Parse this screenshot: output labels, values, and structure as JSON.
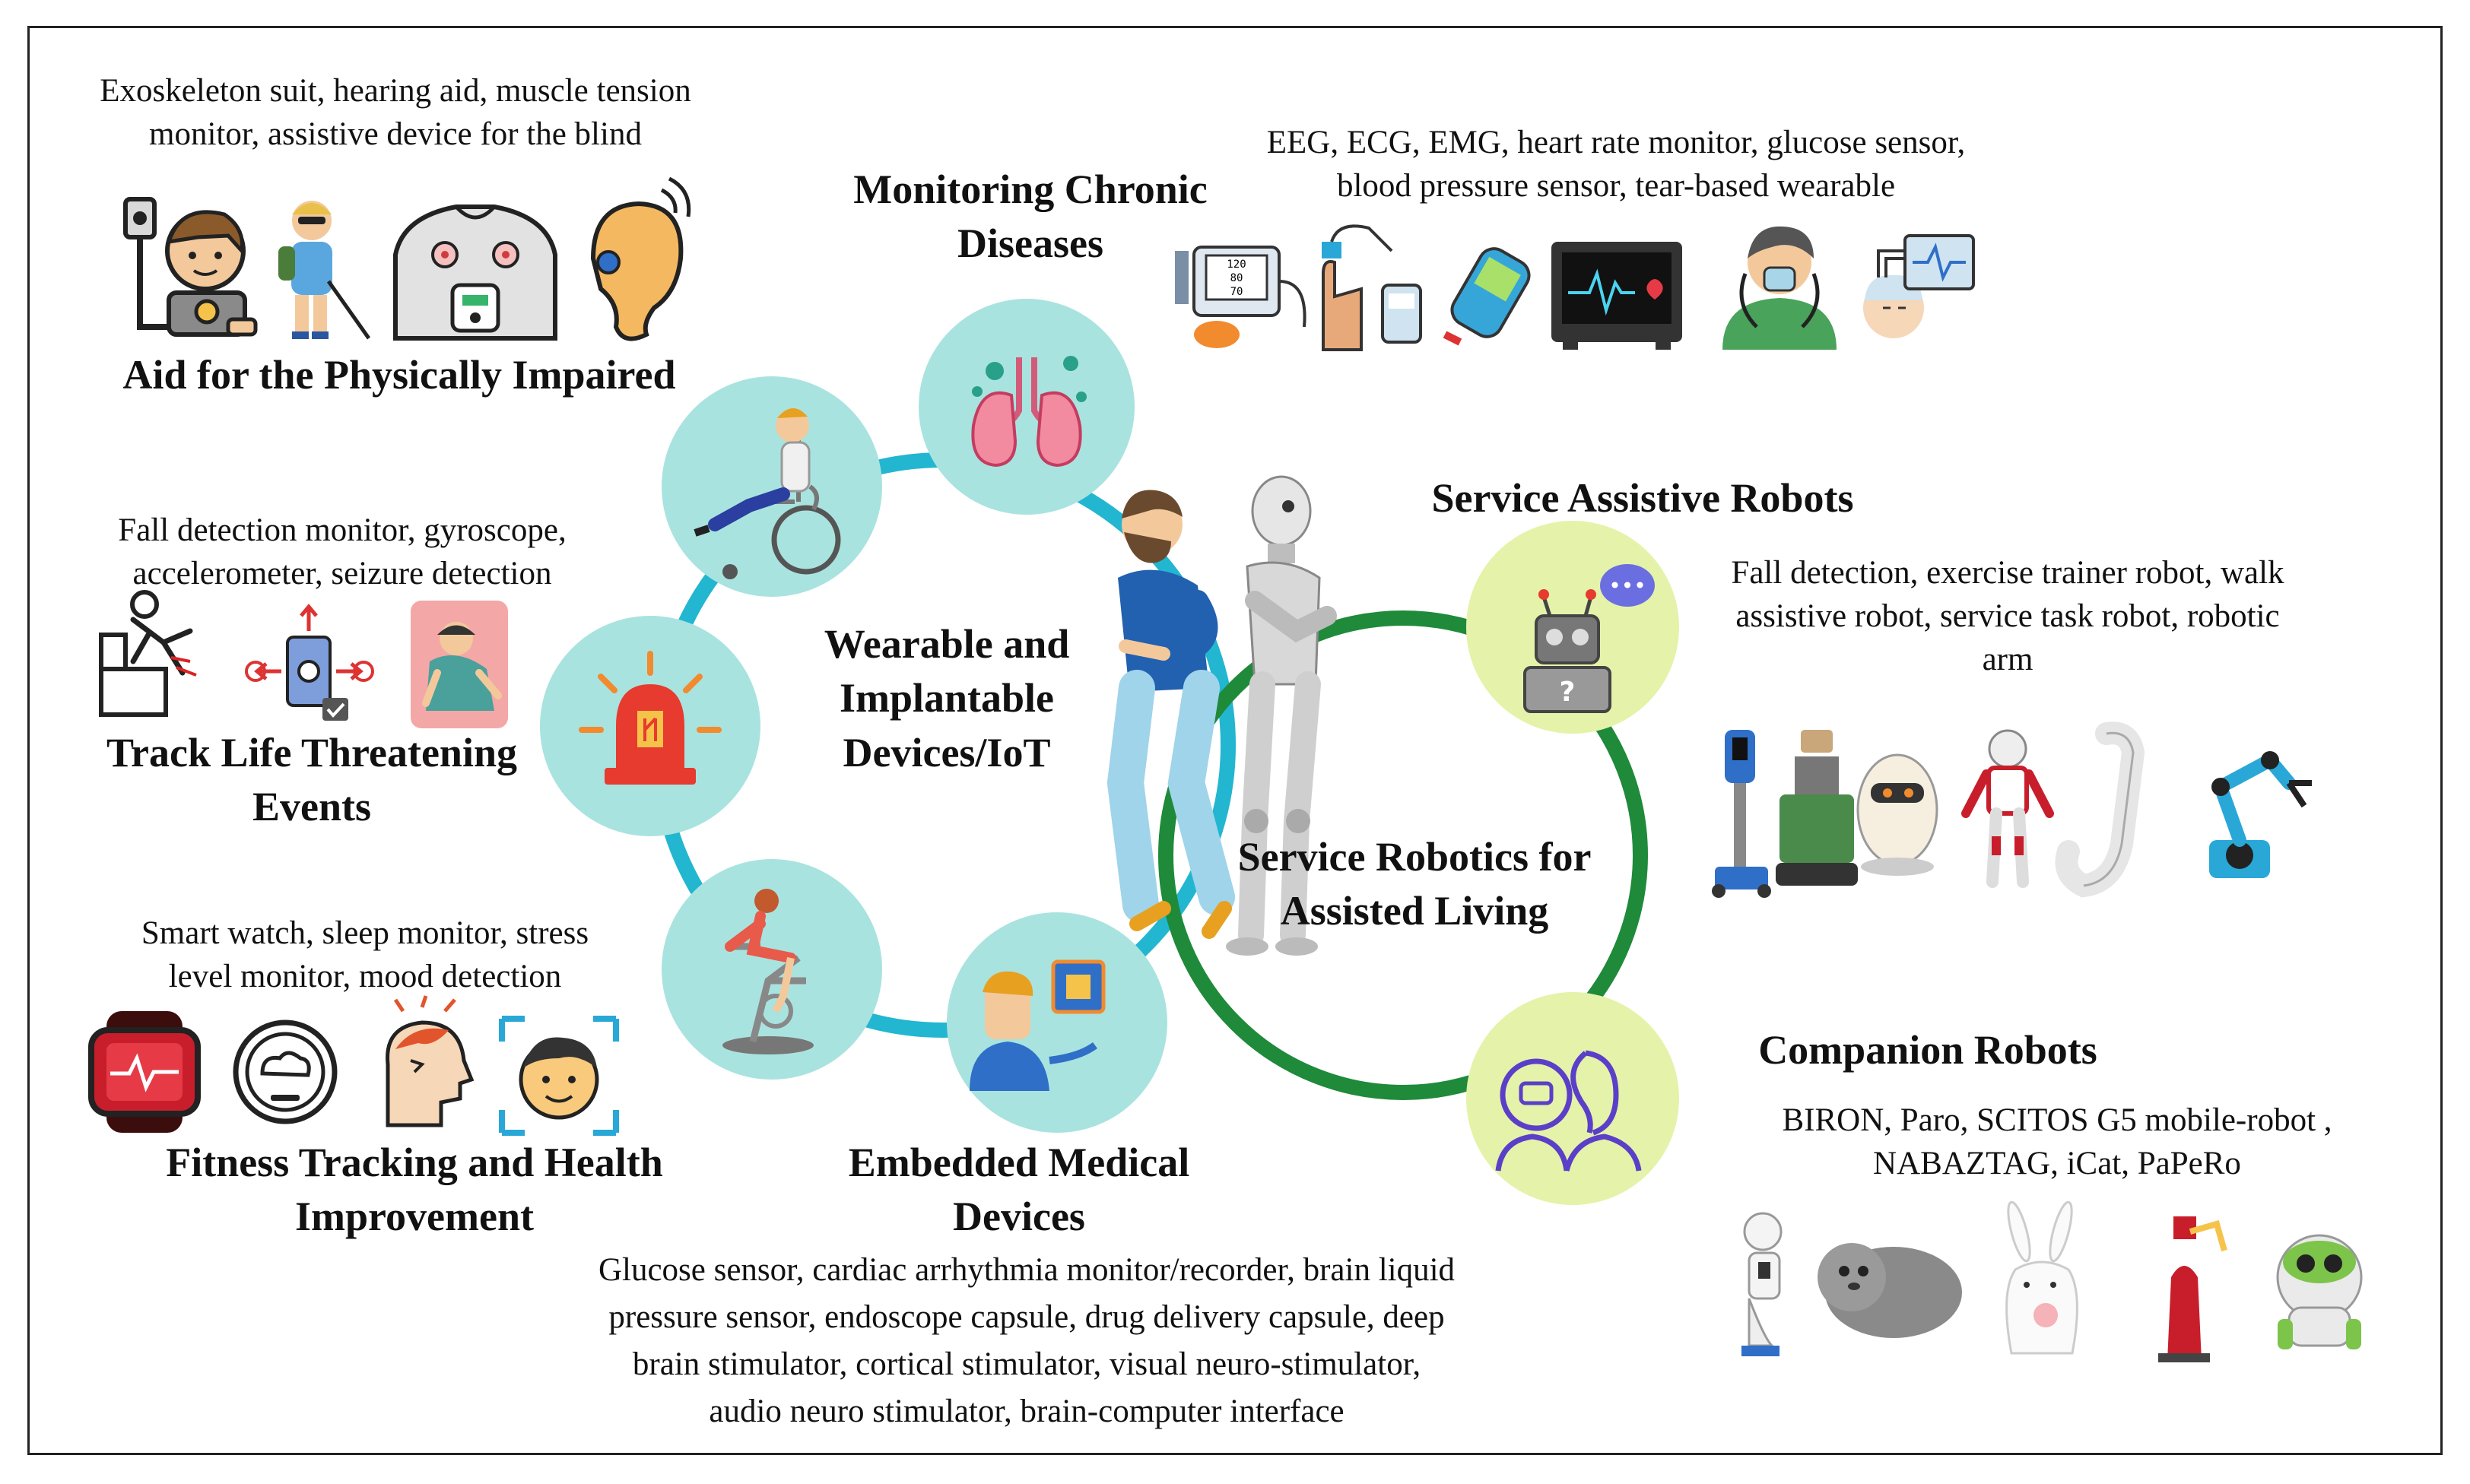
{
  "left_sections": {
    "physically_impaired": {
      "title": "Aid for the Physically Impaired",
      "desc_line1": "Exoskeleton suit, hearing aid, muscle tension",
      "desc_line2": "monitor, assistive device for the blind",
      "icons": [
        "exoskeleton-icon",
        "blind-person-icon",
        "muscle-monitor-icon",
        "hearing-aid-icon"
      ]
    },
    "life_threatening": {
      "title_line1": "Track Life Threatening",
      "title_line2": "Events",
      "desc_line1": "Fall detection monitor, gyroscope,",
      "desc_line2": "accelerometer, seizure detection",
      "icons": [
        "fall-icon",
        "gyroscope-icon",
        "seizure-icon"
      ]
    },
    "fitness": {
      "title_line1": "Fitness Tracking and Health",
      "title_line2": "Improvement",
      "desc_line1": "Smart watch, sleep monitor, stress",
      "desc_line2": "level monitor, mood detection",
      "icons": [
        "smartwatch-icon",
        "sleep-monitor-icon",
        "stress-icon",
        "mood-face-icon"
      ]
    }
  },
  "chronic": {
    "title_line1": "Monitoring  Chronic",
    "title_line2": "Diseases",
    "desc_line1": "EEG, ECG, EMG, heart rate monitor, glucose sensor,",
    "desc_line2": "blood pressure sensor, tear-based wearable",
    "icons": [
      "blood-pressure-icon",
      "pulse-oximeter-icon",
      "glucose-meter-icon",
      "ecg-monitor-icon",
      "eeg-patient-icon",
      "head-sensor-icon"
    ]
  },
  "embedded": {
    "title_line1": "Embedded Medical",
    "title_line2": "Devices",
    "desc_line1": "Glucose sensor,  cardiac arrhythmia monitor/recorder, brain liquid",
    "desc_line2": "pressure sensor, endoscope capsule, drug delivery capsule, deep",
    "desc_line3": "brain stimulator, cortical stimulator, visual neuro-stimulator,",
    "desc_line4": "audio neuro stimulator, brain-computer interface"
  },
  "center_wearable": {
    "line1": "Wearable and",
    "line2": "Implantable",
    "line3": "Devices/IoT"
  },
  "center_robotics": {
    "line1": "Service Robotics for",
    "line2": "Assisted Living"
  },
  "service_robots": {
    "title": "Service Assistive Robots",
    "desc_line1": "Fall detection, exercise trainer robot, walk",
    "desc_line2": "assistive robot, service task robot, robotic",
    "desc_line3": "arm",
    "icons": [
      "walker-robot-icon",
      "service-robot-icon",
      "round-robot-icon",
      "humanoid-robot-icon",
      "white-walker-icon",
      "robotic-arm-icon"
    ]
  },
  "companion_robots": {
    "title": "Companion Robots",
    "desc_line1": "BIRON, Paro, SCITOS G5 mobile-robot ,",
    "desc_line2": "NABAZTAG, iCat, PaPeRo",
    "icons": [
      "pepper-robot-icon",
      "paro-seal-icon",
      "nabaztag-rabbit-icon",
      "red-robot-icon",
      "papero-robot-icon"
    ]
  },
  "colors": {
    "wearable_ring": "#22b6d0",
    "robotics_ring": "#1e8a3a",
    "teal_node": "#a9e3df",
    "lime_node": "#e4f3a9"
  }
}
